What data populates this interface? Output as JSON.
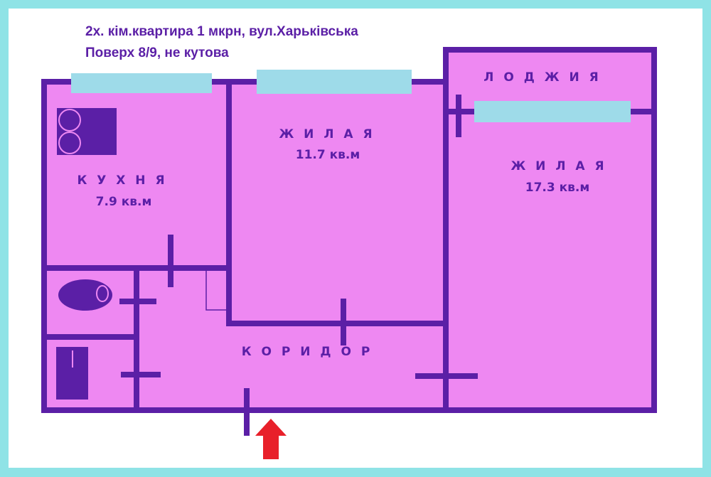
{
  "header": {
    "line1": "2х. кім.квартира 1 мкрн, вул.Харьківська",
    "line2": "Поверх 8/9, не кутова"
  },
  "rooms": {
    "kitchen": {
      "name": "К У Х Н Я",
      "area": "7.9 кв.м"
    },
    "living_small": {
      "name": "Ж И Л А Я",
      "area": "11.7 кв.м"
    },
    "living_large": {
      "name": "Ж И Л А Я",
      "area": "17.3 кв.м"
    },
    "loggia": {
      "name": "Л О Д Ж И Я"
    },
    "corridor": {
      "name": "К О Р И Д О Р"
    }
  },
  "colors": {
    "background": "#8fe3e6",
    "floor": "#ee88f2",
    "wall": "#5b1fa6",
    "window": "#9edbe9",
    "entrance_arrow": "#e8202a"
  }
}
